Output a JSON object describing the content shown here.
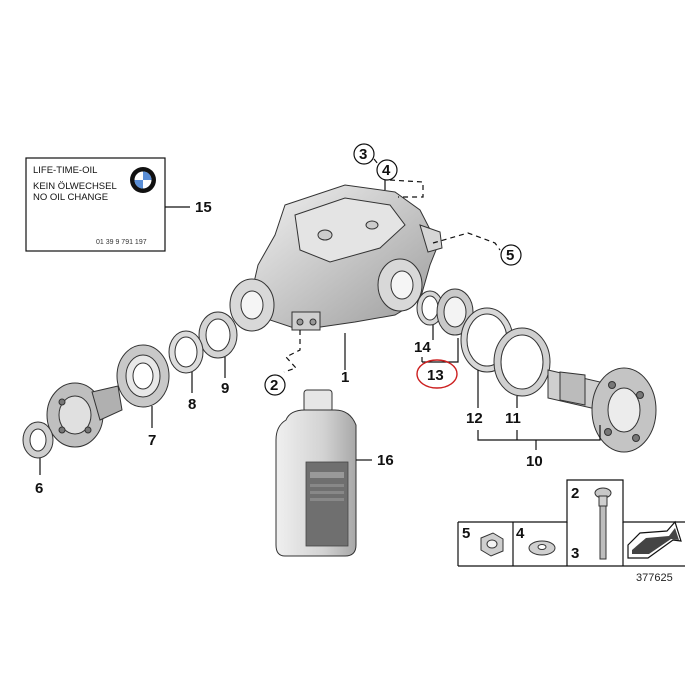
{
  "label_sticker": {
    "line1": "LIFE-TIME-OIL",
    "line2": "KEIN ÖLWECHSEL",
    "line3": "NO OIL CHANGE",
    "code": "01 39 9 791 197"
  },
  "callouts": {
    "p1": "1",
    "p2": "2",
    "p3": "3",
    "p4": "4",
    "p5": "5",
    "p6": "6",
    "p7": "7",
    "p8": "8",
    "p9": "9",
    "p10": "10",
    "p11": "11",
    "p12": "12",
    "p13": "13",
    "p14": "14",
    "p15": "15",
    "p16": "16"
  },
  "legend_box": {
    "n5": "5",
    "n4": "4",
    "n2": "2",
    "n3": "3"
  },
  "reference_number": "377625",
  "highlight_color": "#cc1f1f"
}
